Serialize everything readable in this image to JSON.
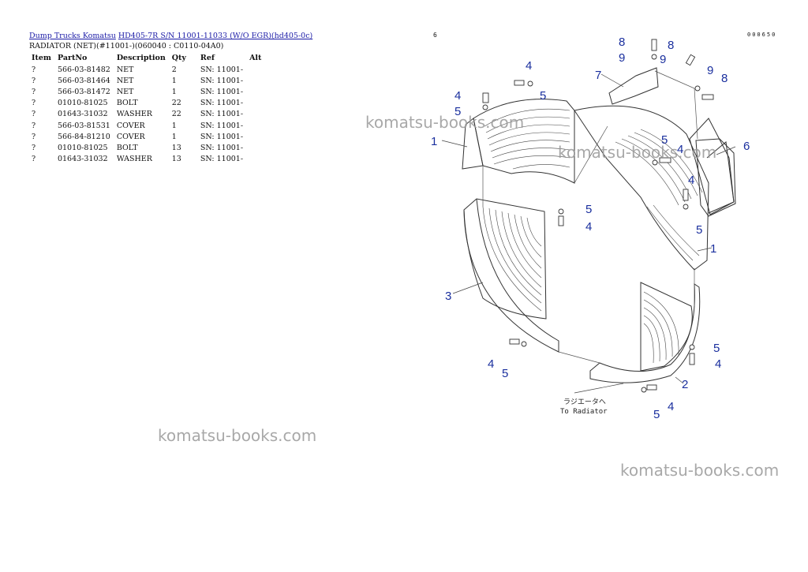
{
  "breadcrumb": {
    "link1": "Dump Trucks Komatsu",
    "link2": "HD405-7R S/N 11001-11033 (W/O EGR)(hd405-0c)"
  },
  "subtitle": "RADIATOR (NET)(#11001-)(060040 : C0110-04A0)",
  "page_number": "6",
  "drawing_code": "000650",
  "table": {
    "headers": [
      "Item",
      "PartNo",
      "Description",
      "Qty",
      "Ref",
      "Alt"
    ],
    "rows": [
      [
        "?",
        "566-03-81482",
        "NET",
        "2",
        "SN: 11001-",
        ""
      ],
      [
        "?",
        "566-03-81464",
        "NET",
        "1",
        "SN: 11001-",
        ""
      ],
      [
        "?",
        "566-03-81472",
        "NET",
        "1",
        "SN: 11001-",
        ""
      ],
      [
        "?",
        "01010-81025",
        "BOLT",
        "22",
        "SN: 11001-",
        ""
      ],
      [
        "?",
        "01643-31032",
        "WASHER",
        "22",
        "SN: 11001-",
        ""
      ],
      [
        "?",
        "566-03-81531",
        "COVER",
        "1",
        "SN: 11001-",
        ""
      ],
      [
        "?",
        "566-84-81210",
        "COVER",
        "1",
        "SN: 11001-",
        ""
      ],
      [
        "?",
        "01010-81025",
        "BOLT",
        "13",
        "SN: 11001-",
        ""
      ],
      [
        "?",
        "01643-31032",
        "WASHER",
        "13",
        "SN: 11001-",
        ""
      ]
    ]
  },
  "watermark": "komatsu-books.com",
  "diagram": {
    "callouts": [
      "1",
      "1",
      "2",
      "3",
      "4",
      "4",
      "4",
      "4",
      "4",
      "4",
      "4",
      "5",
      "5",
      "5",
      "5",
      "5",
      "5",
      "5",
      "6",
      "7",
      "8",
      "8",
      "8",
      "9",
      "9",
      "9"
    ],
    "note_jp": "ラジエータへ",
    "note_en": "To Radiator"
  }
}
